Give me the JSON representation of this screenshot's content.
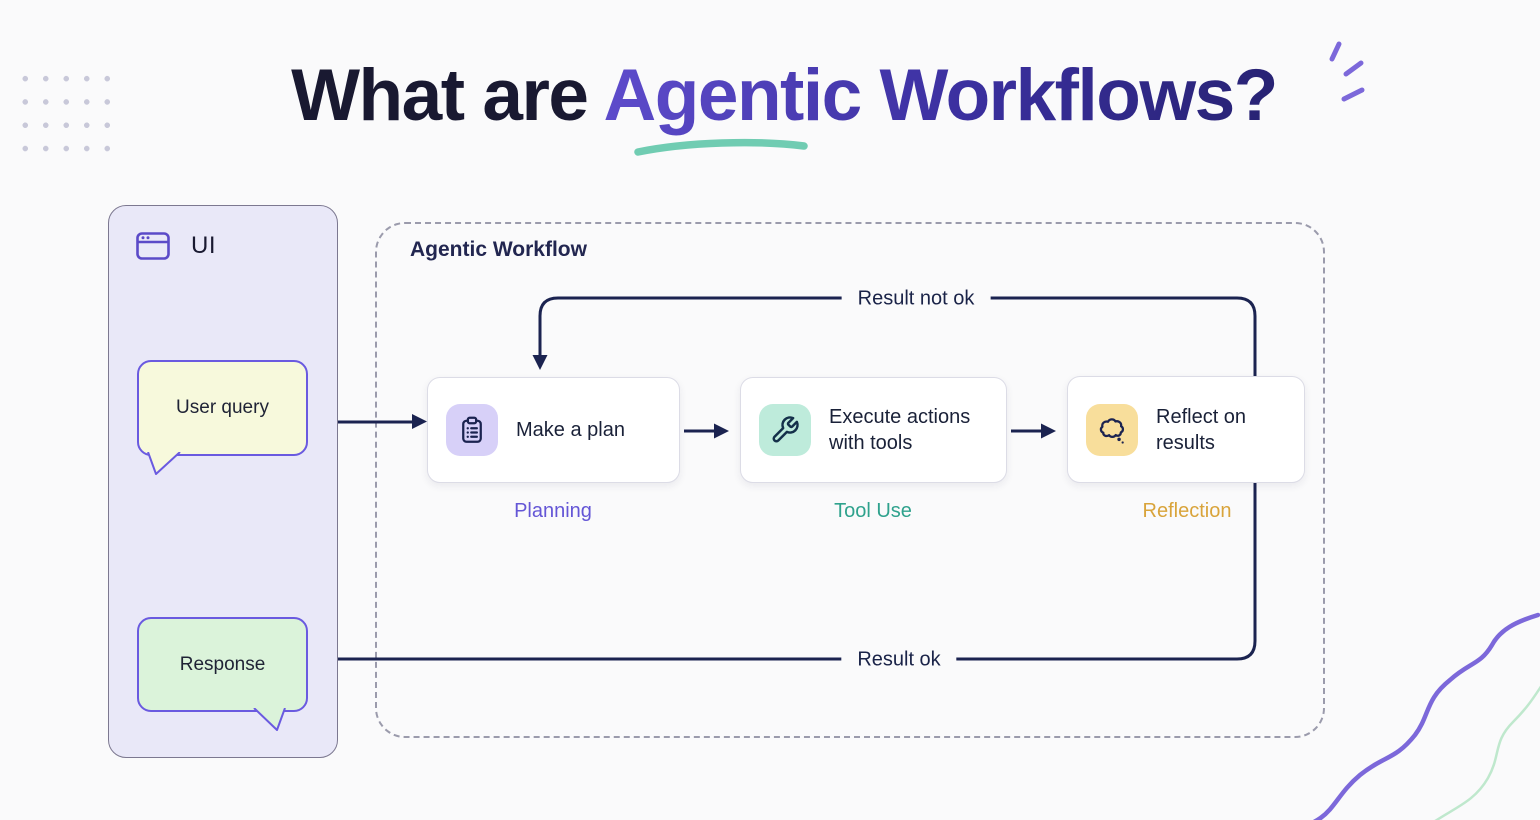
{
  "title": {
    "prefix": "What are ",
    "highlight": "Agentic Workflows?"
  },
  "ui_panel": {
    "header": "UI",
    "user_query": "User query",
    "response": "Response"
  },
  "workflow": {
    "label": "Agentic Workflow",
    "steps": [
      {
        "title": "Make a plan",
        "tag": "Planning"
      },
      {
        "title": "Execute actions with tools",
        "tag": "Tool Use"
      },
      {
        "title": "Reflect on results",
        "tag": "Reflection"
      }
    ],
    "edges": {
      "fail": "Result not ok",
      "ok": "Result ok"
    }
  },
  "colors": {
    "accent_purple": "#6A5AE0",
    "line_navy": "#1B2350",
    "planning_label": "#6456D6",
    "tool_use_label": "#2FA28D",
    "reflection_label": "#D9A43B",
    "plan_icon_bg": "#D7D0F8",
    "tool_icon_bg": "#BEEBDB",
    "reflect_icon_bg": "#F8DE9B",
    "user_query_bg": "#F7F9DC",
    "response_bg": "#DBF3DA",
    "panel_bg": "#E9E8F8",
    "underline_teal": "#68C9AE",
    "wave_purple": "#7C68DA",
    "wave_mint": "#BFE8CD"
  },
  "icons": {
    "browser_window": "browser-window-icon",
    "clipboard": "clipboard-list-icon",
    "wrench": "wrench-icon",
    "thought_bubble": "thought-bubble-icon",
    "sparkle": "sparkle-icon"
  }
}
